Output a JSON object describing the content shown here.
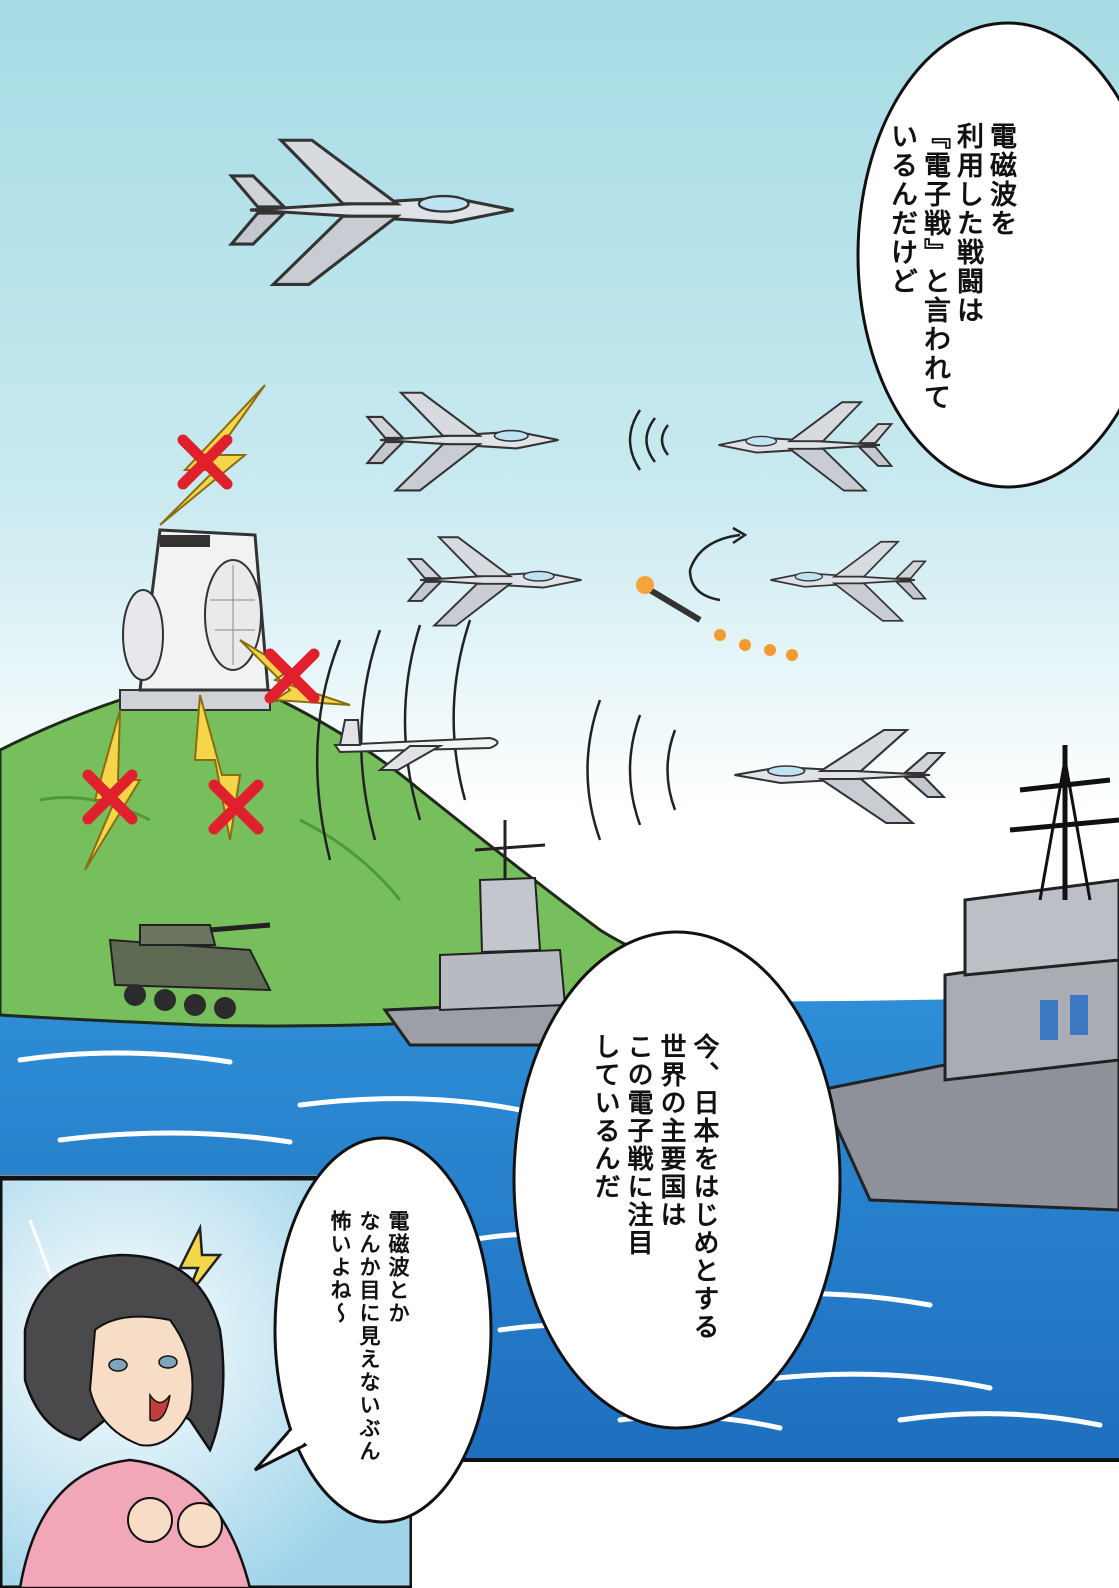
{
  "speech_bubbles": {
    "electronic_warfare_intro": "電磁波を\n利用した戦闘は\n『電子戦』と言われて\nいるんだけど",
    "japan_focus": "今、日本をはじめとする\n世界の主要国は\nこの電子戦に注目\nしているんだ",
    "girl_reaction": "電磁波とか\nなんか目に見えないぶん\n怖いよね〜"
  },
  "colors": {
    "sky_top": "#a9dde6",
    "sky_bottom": "#ffffff",
    "sea": "#2f8fd6",
    "island": "#74bd5a",
    "jamming_x": "#e0202c",
    "lightning": "#f5d64a"
  },
  "icons": {
    "jamming_marker": "red-x-icon",
    "lightning": "lightning-bolt-icon",
    "signal": "radio-wave-arcs",
    "maneuver": "curved-arrow-icon"
  }
}
